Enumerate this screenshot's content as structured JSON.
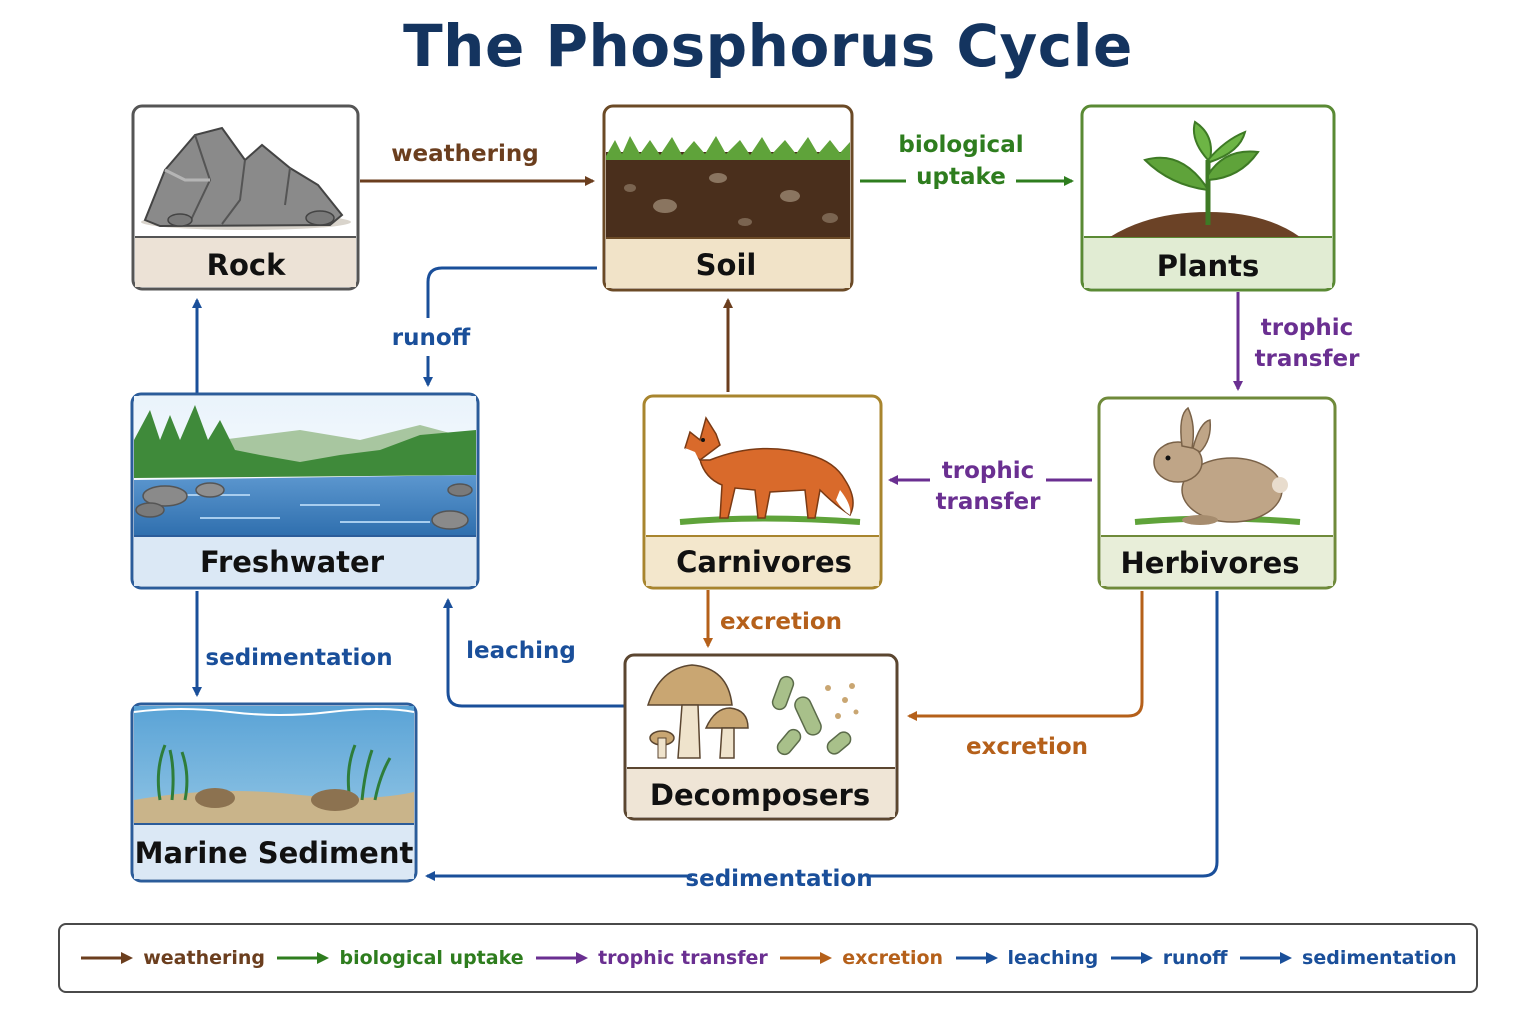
{
  "title": "The Phosphorus Cycle",
  "colors": {
    "weathering": "#6b3e1e",
    "biological_uptake": "#2e7d1e",
    "trophic_transfer": "#6a2f91",
    "excretion": "#b5601a",
    "leaching": "#1a4f9a",
    "runoff": "#1a4f9a",
    "sedimentation": "#1a4f9a",
    "soil_up": "#6b3e1e",
    "title": "#14345f"
  },
  "nodes": {
    "rock": {
      "label": "Rock",
      "icon": "rock-pile-icon"
    },
    "soil": {
      "label": "Soil",
      "icon": "soil-layer-icon"
    },
    "plants": {
      "label": "Plants",
      "icon": "seedling-icon"
    },
    "freshwater": {
      "label": "Freshwater",
      "icon": "river-landscape-icon"
    },
    "carnivores": {
      "label": "Carnivores",
      "icon": "fox-icon"
    },
    "herbivores": {
      "label": "Herbivores",
      "icon": "rabbit-icon"
    },
    "marine_sediment": {
      "label": "Marine Sediment",
      "icon": "seafloor-icon"
    },
    "decomposers": {
      "label": "Decomposers",
      "icon": "mushroom-bacteria-icon"
    }
  },
  "arrows": {
    "weathering": {
      "label": "weathering"
    },
    "biological_uptake": {
      "line1": "biological",
      "line2": "uptake"
    },
    "trophic_plants_herbivores": {
      "line1": "trophic",
      "line2": "transfer"
    },
    "trophic_herbivores_carnivores": {
      "line1": "trophic",
      "line2": "transfer"
    },
    "runoff": {
      "label": "runoff"
    },
    "excretion_carnivores": {
      "label": "excretion"
    },
    "excretion_herbivores": {
      "label": "excretion"
    },
    "leaching": {
      "label": "leaching"
    },
    "sedimentation_freshwater": {
      "label": "sedimentation"
    },
    "sedimentation_herbivores": {
      "label": "sedimentation"
    }
  },
  "legend": [
    {
      "label": "weathering",
      "color": "#6b3e1e"
    },
    {
      "label": "biological uptake",
      "color": "#2e7d1e"
    },
    {
      "label": "trophic transfer",
      "color": "#6a2f91"
    },
    {
      "label": "excretion",
      "color": "#b5601a"
    },
    {
      "label": "leaching",
      "color": "#1a4f9a"
    },
    {
      "label": "runoff",
      "color": "#1a4f9a"
    },
    {
      "label": "sedimentation",
      "color": "#1a4f9a"
    }
  ]
}
